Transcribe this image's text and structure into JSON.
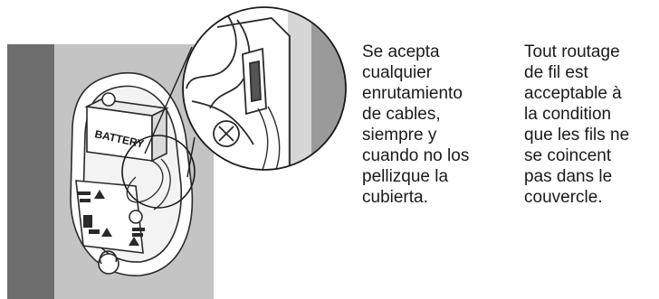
{
  "illustration": {
    "battery_label": "BATTERY"
  },
  "captions": {
    "spanish": "Se acepta\ncualquier\nenrutamiento\nde cables,\nsiempre y\ncuando no los\npellizque la\ncubierta.",
    "french": "Tout routage\nde fil est\nacceptable à\nla condition\nque les fils ne\nse coincent\npas dans le\ncouvercle."
  }
}
